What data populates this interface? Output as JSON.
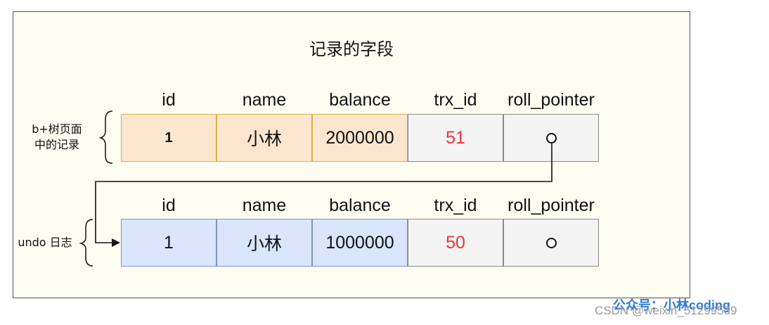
{
  "title": "记录的字段",
  "columns": [
    "id",
    "name",
    "balance",
    "trx_id",
    "roll_pointer"
  ],
  "record_current": {
    "label_line1": "b+树页面",
    "label_line2": "中的记录",
    "id": "1",
    "name": "小林",
    "balance": "2000000",
    "trx_id": "51"
  },
  "record_undo": {
    "label": "undo 日志",
    "id": "1",
    "name": "小林",
    "balance": "1000000",
    "trx_id": "50"
  },
  "brand": "公众号：小林coding",
  "watermark": "CSDN @weixin_51299539",
  "colors": {
    "orange_cell": "#fde6cf",
    "blue_cell": "#d9e6fb",
    "gray_cell": "#f4f4f4",
    "trx_id_text": "#ef3236",
    "panel_bg": "#fdfdf1",
    "brand_text": "#2f7bd6"
  }
}
